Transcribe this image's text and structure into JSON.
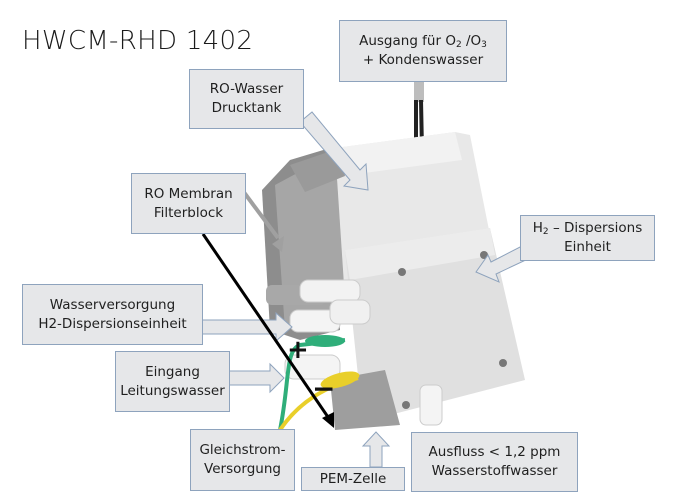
{
  "title": "HWCM-RHD 1402",
  "labels": {
    "ausgang": {
      "line1_pre": "Ausgang für O",
      "sub1": "2",
      "line1_mid": " /O",
      "sub2": "3",
      "line2": "+ Kondenswasser"
    },
    "drucktank": {
      "line1": "RO-Wasser",
      "line2": "Drucktank"
    },
    "membran": {
      "line1": "RO Membran",
      "line2": "Filterblock"
    },
    "h2": {
      "line1_pre": "H",
      "sub1": "2",
      "line1_post": " – Dispersions",
      "line2": "Einheit"
    },
    "wasserversorgung": {
      "line1": "Wasserversorgung",
      "line2": "H2-Dispersionseinheit"
    },
    "eingang": {
      "line1": "Eingang",
      "line2": "Leitungswasser"
    },
    "gleichstrom": {
      "line1": "Gleichstrom-",
      "line2": "Versorgung"
    },
    "pem": {
      "line1": "PEM-Zelle"
    },
    "ausfluss": {
      "line1": "Ausfluss < 1,2 ppm",
      "line2": "Wasserstoffwasser"
    }
  },
  "polarity": {
    "plus": "+",
    "minus": "−"
  },
  "colors": {
    "label_bg": "#e6e7e9",
    "label_border": "#8ea3bd",
    "device": "#e4e5e5",
    "device_dark": "#9c9c9c",
    "wire_green": "#2fae7a",
    "wire_yellow": "#e9cf2a"
  }
}
